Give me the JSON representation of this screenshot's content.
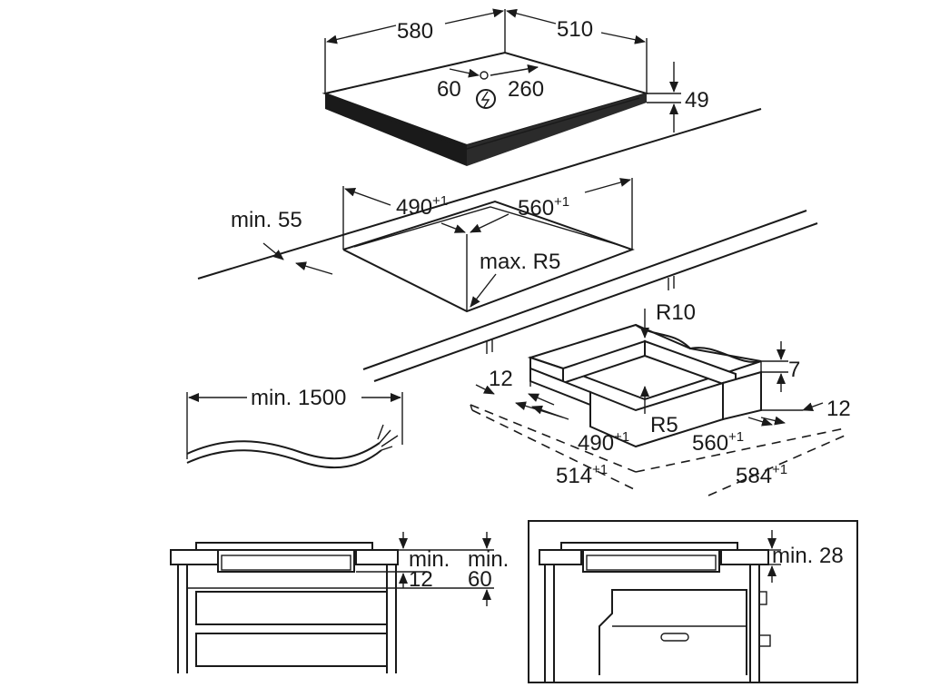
{
  "hob": {
    "width": "580",
    "depth": "510",
    "height": "49",
    "cable_offset_left": "60",
    "cable_offset_right": "260"
  },
  "cutout": {
    "width": "490",
    "width_tol": "+1",
    "depth": "560",
    "depth_tol": "+1",
    "front_distance": "min. 55",
    "corner_radius": "max. R5"
  },
  "cable": {
    "length": "min. 1500"
  },
  "seal_frame": {
    "outer_radius": "R10",
    "inner_radius": "R5",
    "thickness": "7",
    "left_margin": "12",
    "right_margin": "12",
    "inner_width": "490",
    "inner_width_tol": "+1",
    "inner_depth": "560",
    "inner_depth_tol": "+1",
    "outer_width": "514",
    "outer_width_tol": "+1",
    "outer_depth": "584",
    "outer_depth_tol": "+1"
  },
  "section_drawer": {
    "gap_label_1": "min.",
    "gap_value_1": "12",
    "gap_label_2": "min.",
    "gap_value_2": "60"
  },
  "section_oven": {
    "gap_label": "min. 28"
  }
}
